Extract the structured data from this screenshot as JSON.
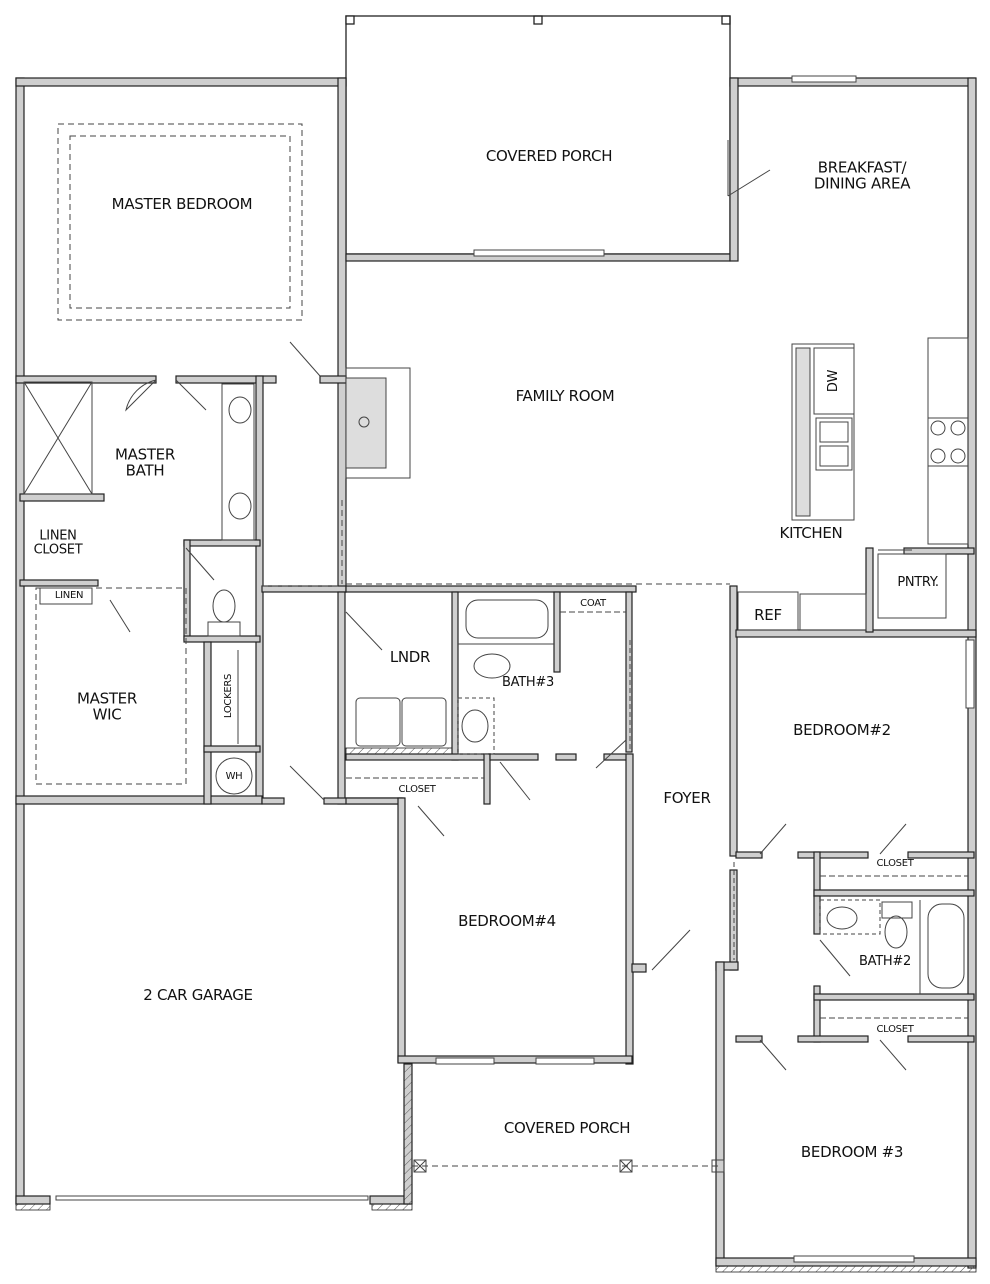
{
  "plan": {
    "rooms": {
      "covered_porch_rear": "COVERED PORCH",
      "master_bedroom": "MASTER BEDROOM",
      "breakfast_dining": "BREAKFAST/\nDINING AREA",
      "family_room": "FAMILY ROOM",
      "master_bath": "MASTER\nBATH",
      "linen_closet": "LINEN\nCLOSET",
      "linen": "LINEN",
      "master_wic": "MASTER\nWIC",
      "lockers": "LOCKERS",
      "water_heater": "WH",
      "laundry": "LNDR",
      "bath3": "BATH#3",
      "coat": "COAT",
      "closet_laundry": "CLOSET",
      "kitchen": "KITCHEN",
      "dishwasher": "DW",
      "pantry": "PNTRY.",
      "refrigerator": "REF",
      "bedroom2": "BEDROOM#2",
      "closet_bed2": "CLOSET",
      "bath2": "BATH#2",
      "closet_bed3": "CLOSET",
      "foyer": "FOYER",
      "bedroom4": "BEDROOM#4",
      "garage": "2 CAR GARAGE",
      "covered_porch_front": "COVERED PORCH",
      "bedroom3": "BEDROOM #3"
    },
    "colors": {
      "wall_fill": "#cfcfcf",
      "wall_line": "#222222",
      "fixture_line": "#444444",
      "background": "#ffffff"
    }
  }
}
